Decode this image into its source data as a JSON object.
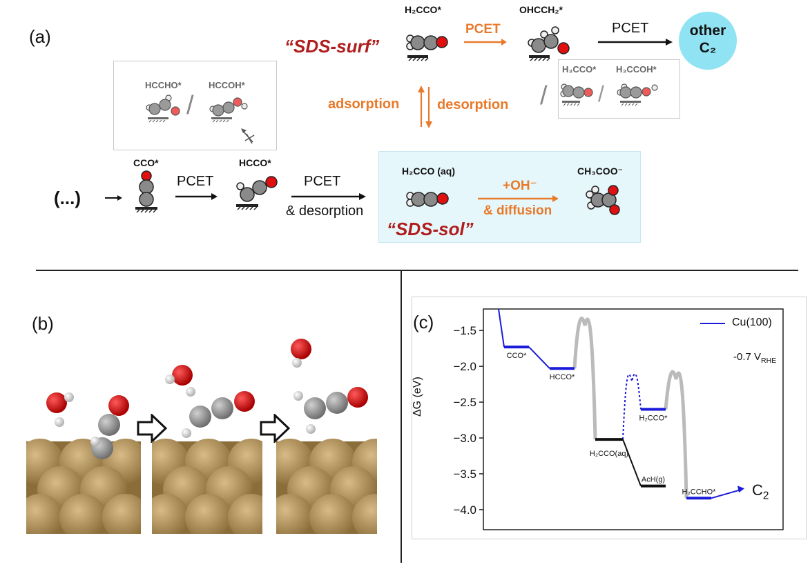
{
  "panel_a": {
    "label": "(a)",
    "sds_surf": "“SDS-surf”",
    "sds_sol": "“SDS-sol”",
    "species": {
      "h2cco_star": "H₂CCO*",
      "ohcch2_star": "OHCCH₂*",
      "other_c2_line1": "other",
      "other_c2_line2": "C₂",
      "hccho_star": "HCCHO*",
      "hccoh_star": "HCCOH*",
      "h3cco_star": "H₃CCO*",
      "h3ccoh_star": "H₃CCOH*",
      "cco_star": "CCO*",
      "hcco_star": "HCCO*",
      "h2cco_aq": "H₂CCO (aq)",
      "ch3coo": "CH₃COO⁻",
      "ellipsis": "(...)"
    },
    "arrows": {
      "pcet_orange": "PCET",
      "pcet_top": "PCET",
      "adsorption": "adsorption",
      "desorption": "desorption",
      "pcet_1": "PCET",
      "pcet_2": "PCET",
      "and_desorption": "& desorption",
      "plus_oh": "+OH⁻",
      "and_diffusion": "& diffusion"
    },
    "separator_slash": "/"
  },
  "panel_b": {
    "label": "(b)"
  },
  "panel_c": {
    "label": "(c)",
    "legend": "Cu(100)",
    "potential_label": "-0.7 V",
    "potential_sub": "RHE",
    "ylabel": "ΔG (eV)",
    "end_label": "C",
    "end_sub": "2"
  },
  "chart_data": {
    "type": "line",
    "title": "",
    "xlabel": "",
    "ylabel": "ΔG (eV)",
    "ylim": [
      -4.28,
      -1.2
    ],
    "yticks": [
      -1.5,
      -2.0,
      -2.5,
      -3.0,
      -3.5,
      -4.0
    ],
    "ytick_labels": [
      "−1.5",
      "−2.0",
      "−2.5",
      "−3.0",
      "−3.5",
      "−4.0"
    ],
    "legend": {
      "entries": [
        "Cu(100)"
      ],
      "placement": "top-right"
    },
    "colors": {
      "pathway": "#1a1adb",
      "solution": "#111111",
      "barrier": "#bbbbbb"
    },
    "states": [
      {
        "name": "CCO*",
        "dG": -1.73,
        "series": "Cu(100)"
      },
      {
        "name": "HCCO*",
        "dG": -2.03,
        "series": "Cu(100)"
      },
      {
        "name": "H₂CCO(aq)",
        "dG": -3.02,
        "series": "solution"
      },
      {
        "name": "H₂CCO*",
        "dG": -2.6,
        "series": "Cu(100)"
      },
      {
        "name": "AcH(g)",
        "dG": -3.67,
        "series": "solution"
      },
      {
        "name": "H₂CCHO*",
        "dG": -3.84,
        "series": "Cu(100)"
      }
    ],
    "barriers": [
      {
        "from": "HCCO*",
        "to": "H₂CCO(aq)",
        "peak": -1.43
      },
      {
        "from": "H₂CCO*",
        "to": "H₂CCHO*",
        "peak": -2.18
      },
      {
        "from": "H₂CCO(aq)",
        "to": "H₂CCO*",
        "peak": -2.21,
        "style": "dotted"
      }
    ]
  }
}
